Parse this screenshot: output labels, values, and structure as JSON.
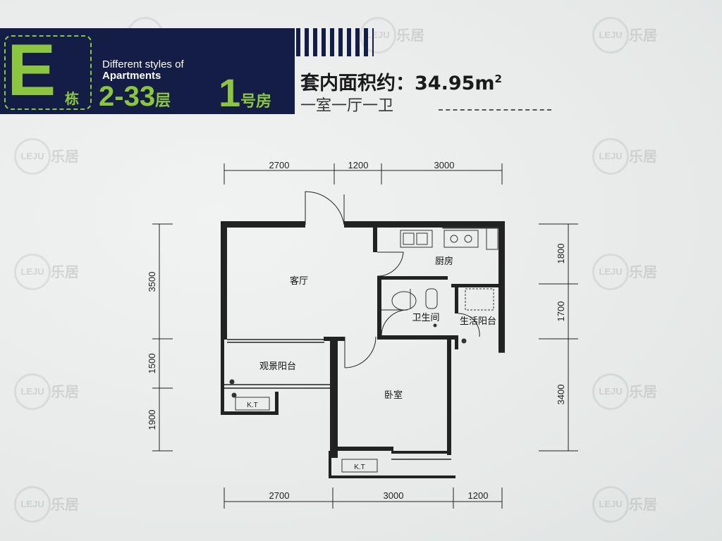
{
  "header": {
    "building_letter": "E",
    "building_suffix": "栋",
    "styles_line1": "Different styles of",
    "styles_line2": "Apartments",
    "floors": "2-33",
    "floors_suffix": "层",
    "room_number": "1",
    "room_suffix": "号房",
    "area_label": "套内面积约：34.95m",
    "area_sup": "2",
    "layout_label": "一室一厅一卫"
  },
  "watermark": {
    "brand": "乐居",
    "logo": "LEJU"
  },
  "plan": {
    "rooms": {
      "living": "客厅",
      "kitchen": "厨房",
      "bathroom": "卫生间",
      "utility_balcony": "生活阳台",
      "view_balcony": "观景阳台",
      "bedroom": "卧室",
      "kt1": "K.T",
      "kt2": "K.T"
    },
    "dims": {
      "top": [
        "2700",
        "1200",
        "3000"
      ],
      "bottom": [
        "2700",
        "3000",
        "1200"
      ],
      "left": [
        "3500",
        "1500",
        "1900"
      ],
      "right": [
        "1800",
        "1700",
        "3400"
      ]
    }
  }
}
